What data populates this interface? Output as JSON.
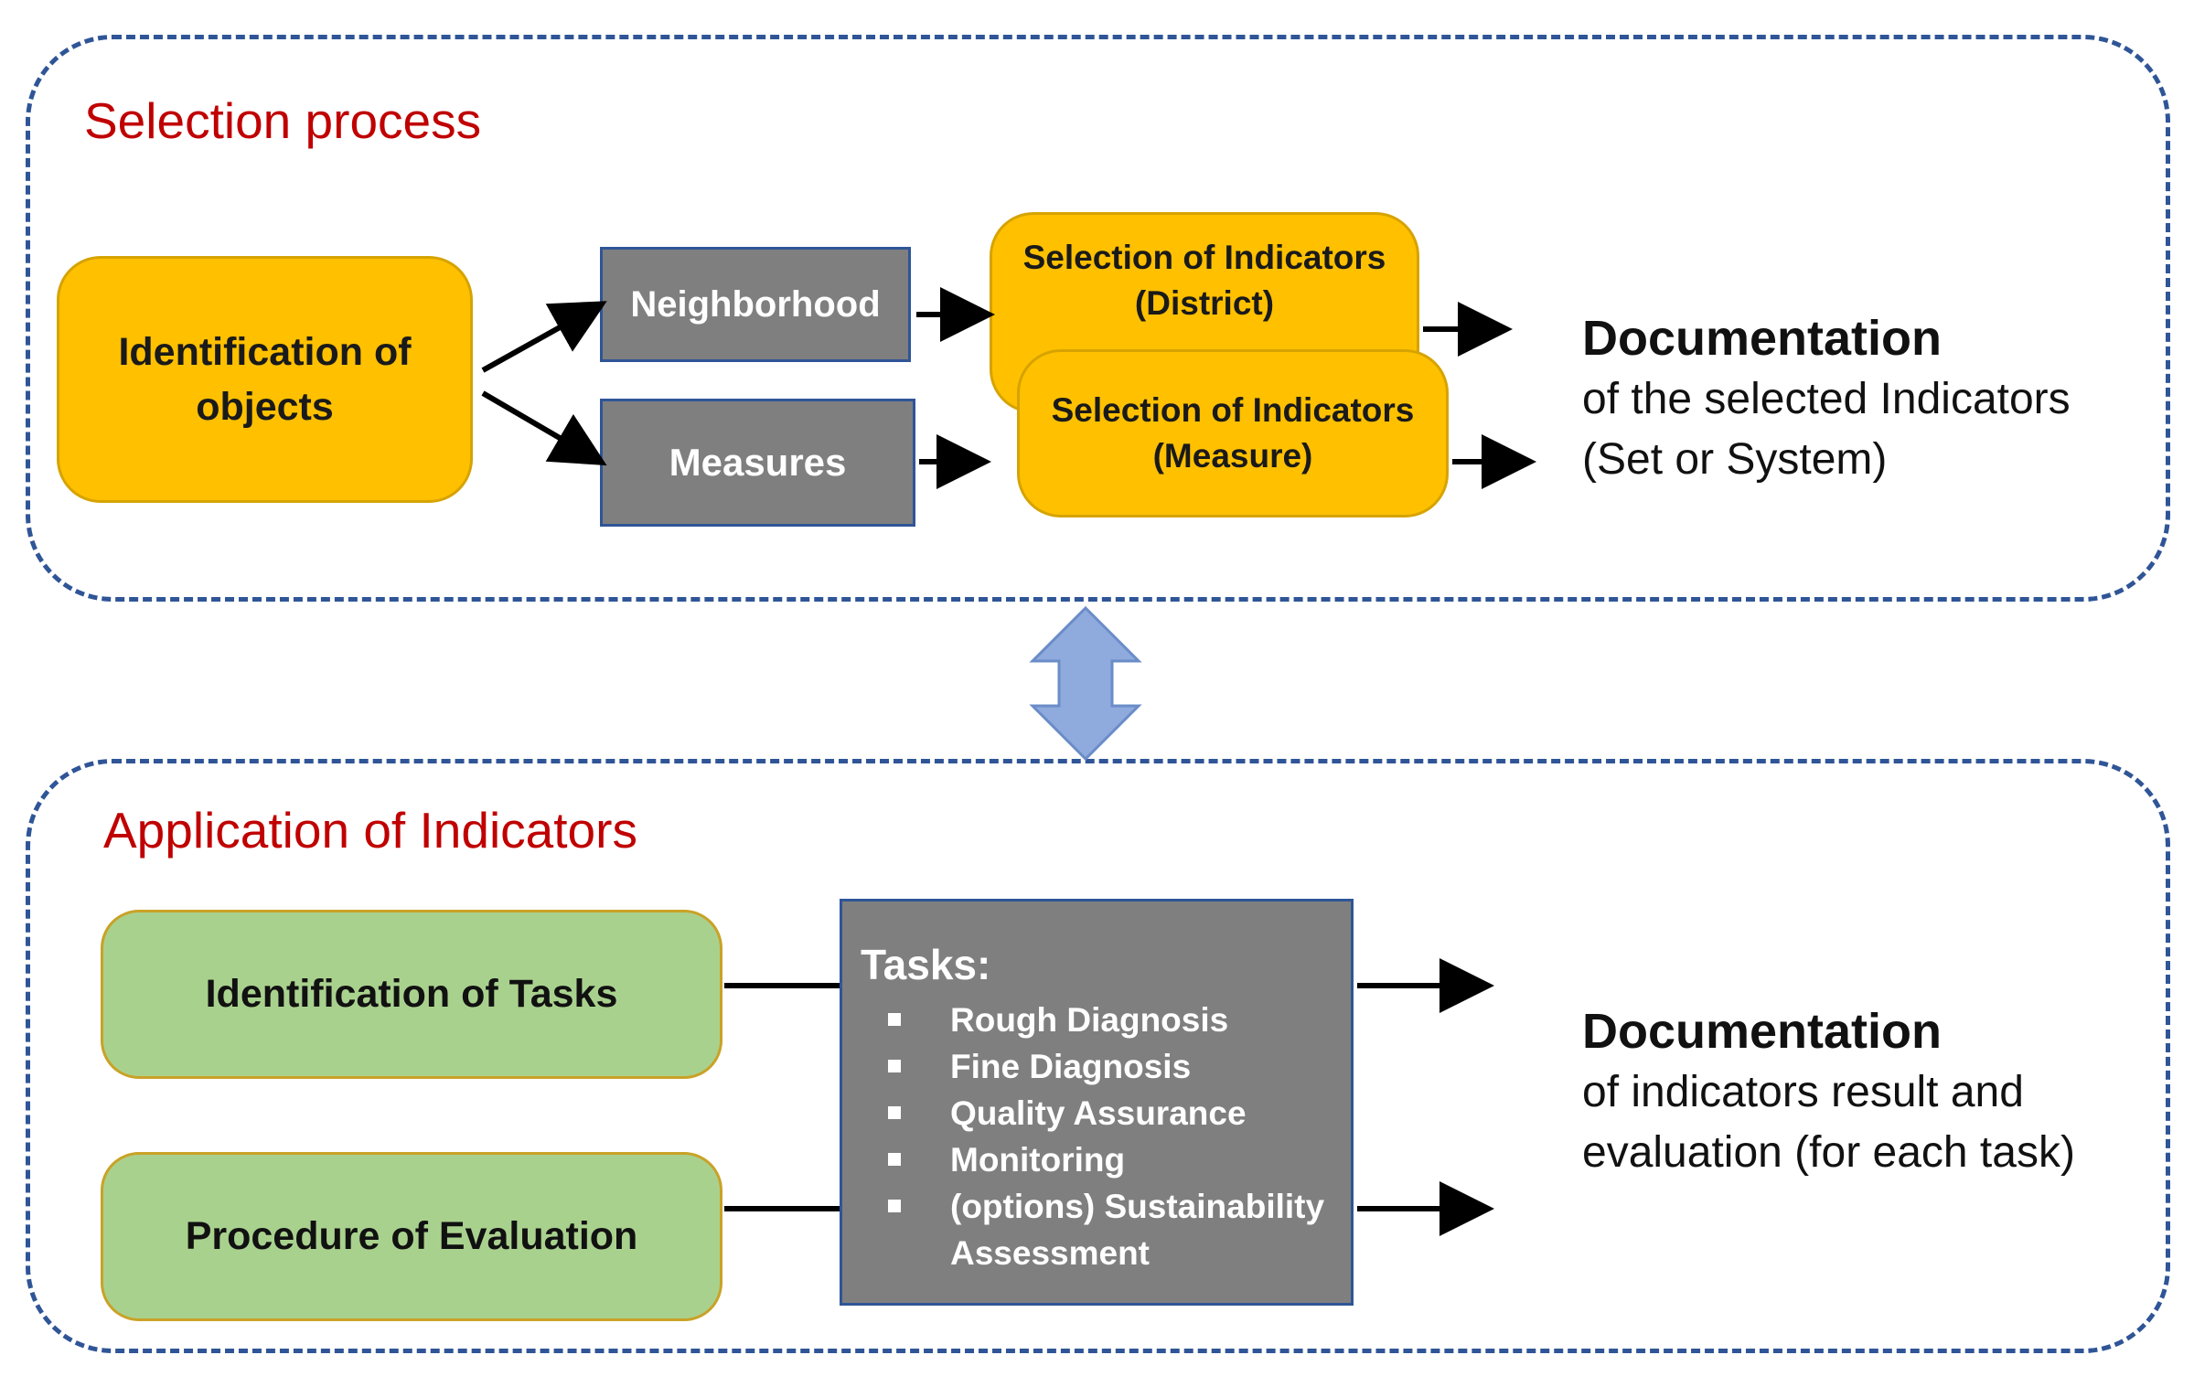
{
  "selection": {
    "title": "Selection process",
    "identification": [
      "Identification of",
      "objects"
    ],
    "neighborhood": "Neighborhood",
    "measures": "Measures",
    "indicators_district": [
      "Selection of Indicators",
      "(District)"
    ],
    "indicators_measure": [
      "Selection of Indicators",
      "(Measure)"
    ],
    "documentation": {
      "heading": "Documentation",
      "lines": [
        "of the selected Indicators",
        "(Set or System)"
      ]
    }
  },
  "application": {
    "title": "Application of Indicators",
    "identification_tasks": "Identification of Tasks",
    "procedure_evaluation": "Procedure of Evaluation",
    "tasks": {
      "title": "Tasks:",
      "items": [
        "Rough Diagnosis",
        "Fine Diagnosis",
        "Quality Assurance",
        "Monitoring",
        "(options) Sustainability"
      ],
      "continuation": "Assessment"
    },
    "documentation": {
      "heading": "Documentation",
      "lines": [
        "of indicators result and",
        "evaluation (for each task)"
      ]
    }
  },
  "colors": {
    "section_title": "#C00000",
    "dashed_border": "#2F5597",
    "orange_box": "#FFC000",
    "gray_box": "#7F7F7F",
    "green_box": "#A9D18E",
    "double_arrow": "#8FAADC"
  },
  "icons": {
    "connector": "black-arrow",
    "between_sections": "blue-double-arrow"
  }
}
